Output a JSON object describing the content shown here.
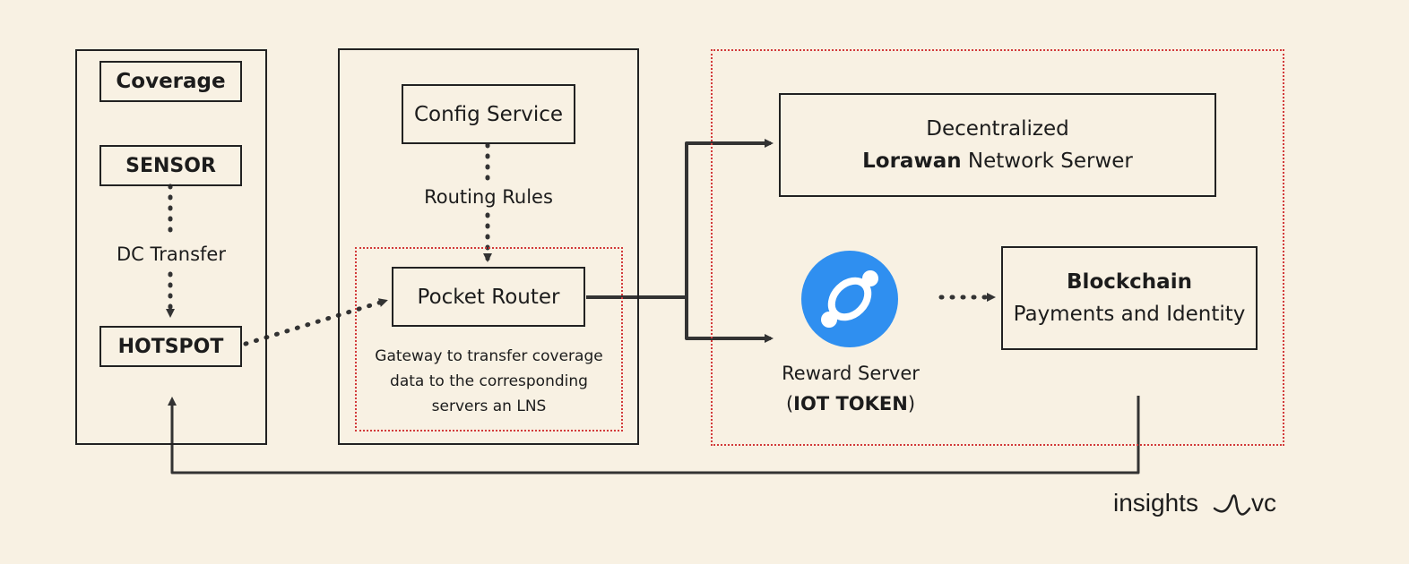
{
  "left_panel": {
    "coverage": "Coverage",
    "sensor": "SENSOR",
    "dc_transfer": "DC Transfer",
    "hotspot": "HOTSPOT"
  },
  "middle_panel": {
    "config_service": "Config Service",
    "routing_rules": "Routing Rules",
    "pocket_router": "Pocket Router",
    "gateway_desc_1": "Gateway to transfer coverage",
    "gateway_desc_2": "data to the corresponding",
    "gateway_desc_3": "servers an LNS"
  },
  "right_panel": {
    "lns_line1": "Decentralized",
    "lns_bold": "Lorawan",
    "lns_rest": " Network Serwer",
    "blockchain_title": "Blockchain",
    "blockchain_sub": "Payments and Identity",
    "reward_server": "Reward Server",
    "iot_open": "(",
    "iot_token": "IOT TOKEN",
    "iot_close": ")"
  },
  "brand": {
    "left": "insights",
    "right": "vc"
  },
  "colors": {
    "background": "#f8f1e3",
    "accent_red": "#d23a3a",
    "helium_blue": "#2f8ff0",
    "stroke": "#222222"
  }
}
